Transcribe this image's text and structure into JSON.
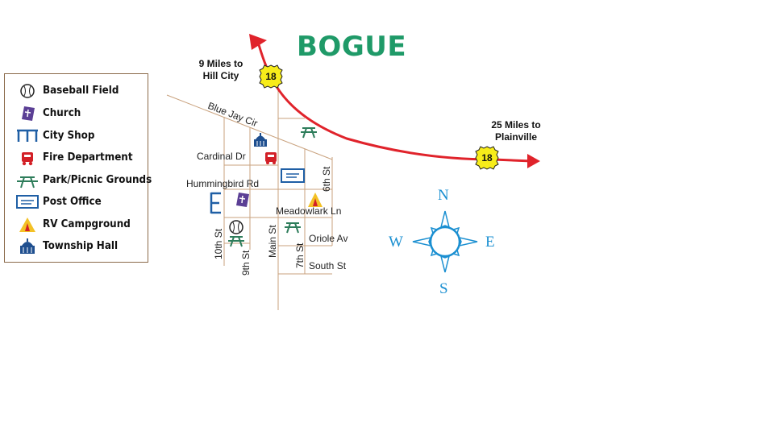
{
  "title": "BOGUE",
  "legend": {
    "items": [
      {
        "icon": "baseball-icon",
        "label": "Baseball Field"
      },
      {
        "icon": "church-icon",
        "label": "Church"
      },
      {
        "icon": "city-shop-icon",
        "label": "City Shop"
      },
      {
        "icon": "fire-department-icon",
        "label": "Fire Department"
      },
      {
        "icon": "picnic-icon",
        "label": "Park/Picnic Grounds"
      },
      {
        "icon": "post-office-icon",
        "label": "Post Office"
      },
      {
        "icon": "rv-campground-icon",
        "label": "RV Campground"
      },
      {
        "icon": "township-hall-icon",
        "label": "Township Hall"
      }
    ]
  },
  "streets": {
    "blue_jay": "Blue Jay Cir",
    "cardinal": "Cardinal Dr",
    "hummingbird": "Hummingbird Rd",
    "meadowlark": "Meadowlark Ln",
    "oriole": "Oriole Av",
    "south": "South St",
    "sixth": "6th St",
    "seventh": "7th St",
    "main": "Main St",
    "ninth": "9th St",
    "tenth": "10th St"
  },
  "highway": {
    "number": "18",
    "color": "#e0232b"
  },
  "destinations": {
    "north_line1": "9 Miles to",
    "north_line2": "Hill City",
    "east_line1": "25 Miles to",
    "east_line2": "Plainville"
  },
  "compass": {
    "n": "N",
    "s": "S",
    "e": "E",
    "w": "W",
    "color": "#1a8fd1"
  },
  "colors": {
    "title": "#1f9a68",
    "street_lines": "#c9a27e",
    "legend_border": "#8b6a4a"
  }
}
